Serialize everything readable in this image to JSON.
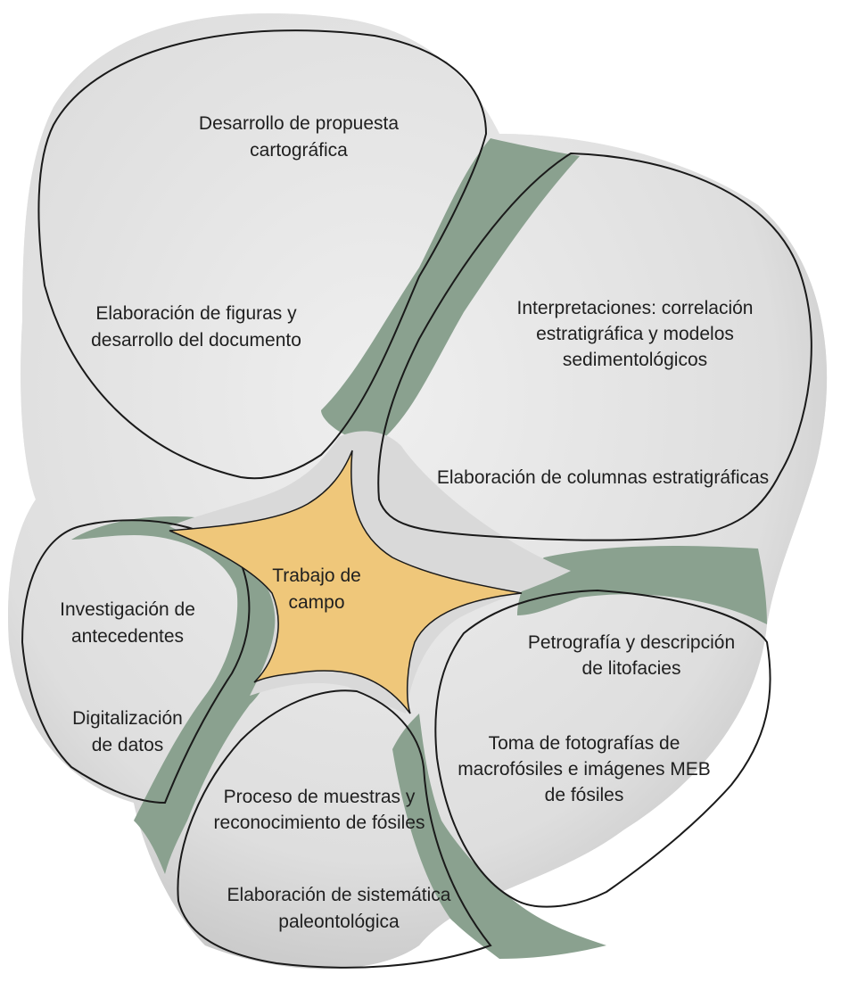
{
  "center": {
    "label_lines": [
      "Trabajo de",
      "campo"
    ],
    "fill_color": "#efc77a"
  },
  "gap_color": "#8aa18f",
  "chamber_color": "#e4e4e4",
  "chambers": [
    {
      "id": "top-left",
      "texts": [
        {
          "lines": [
            "Desarrollo de propuesta",
            "cartográfica"
          ]
        },
        {
          "lines": [
            "Elaboración de figuras y",
            "desarrollo del documento"
          ]
        }
      ]
    },
    {
      "id": "top-right",
      "texts": [
        {
          "lines": [
            "Interpretaciones: correlación",
            "estratigráfica y modelos",
            "sedimentológicos"
          ]
        },
        {
          "lines": [
            "Elaboración de columnas estratigráficas"
          ]
        }
      ]
    },
    {
      "id": "left",
      "texts": [
        {
          "lines": [
            "Investigación de",
            "antecedentes"
          ]
        },
        {
          "lines": [
            "Digitalización",
            "de datos"
          ]
        }
      ]
    },
    {
      "id": "bottom",
      "texts": [
        {
          "lines": [
            "Proceso de muestras y",
            "reconocimiento de fósiles"
          ]
        },
        {
          "lines": [
            "Elaboración de sistemática",
            "paleontológica"
          ]
        }
      ]
    },
    {
      "id": "right",
      "texts": [
        {
          "lines": [
            "Petrografía y descripción",
            "de litofacies"
          ]
        },
        {
          "lines": [
            "Toma de fotografías de",
            "macrofósiles e imágenes MEB",
            "de fósiles"
          ]
        }
      ]
    }
  ]
}
